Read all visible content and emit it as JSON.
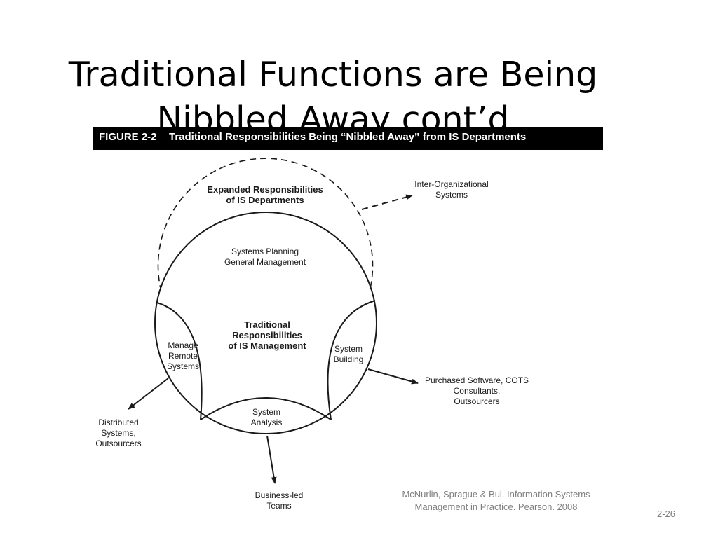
{
  "slide": {
    "title_lines": [
      "Traditional Functions are Being",
      "Nibbled Away cont’d"
    ],
    "citation": "McNurlin, Sprague & Bui. Information Systems Management in Practice. Pearson. 2008",
    "page_number": "2-26"
  },
  "figure": {
    "number": "FIGURE 2-2",
    "caption": "Traditional Responsibilities Being “Nibbled Away” from IS Departments",
    "bar_color": "#000000",
    "labels": {
      "expanded": [
        "Expanded Responsibilities",
        "of IS Departments"
      ],
      "planning": [
        "Systems Planning",
        "General Management"
      ],
      "traditional": [
        "Traditional",
        "Responsibilities",
        "of IS Management"
      ],
      "remote": [
        "Manage",
        "Remote",
        "Systems"
      ],
      "building": [
        "System",
        "Building"
      ],
      "analysis": [
        "System",
        "Analysis"
      ],
      "inter_org": [
        "Inter-Organizational",
        "Systems"
      ],
      "purchased": [
        "Purchased Software, COTS",
        "Consultants,",
        "Outsourcers"
      ],
      "distributed": [
        "Distributed",
        "Systems,",
        "Outsourcers"
      ],
      "business_led": [
        "Business-led",
        "Teams"
      ]
    }
  }
}
